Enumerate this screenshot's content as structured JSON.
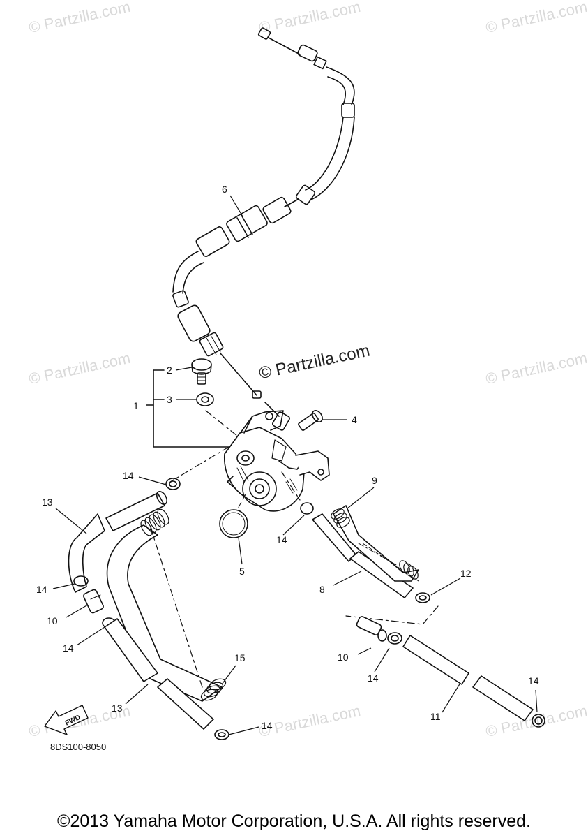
{
  "watermark": {
    "text": "© Partzilla.com",
    "main_text": "© Partzilla.com"
  },
  "callouts": [
    "1",
    "2",
    "3",
    "4",
    "5",
    "6",
    "8",
    "9",
    "10",
    "10",
    "11",
    "12",
    "13",
    "13",
    "14",
    "14",
    "14",
    "14",
    "14",
    "14",
    "15"
  ],
  "fwd_label": "FWD",
  "diagram_code": "8DS100-8050",
  "footer": "©2013 Yamaha Motor Corporation, U.S.A. All rights reserved."
}
